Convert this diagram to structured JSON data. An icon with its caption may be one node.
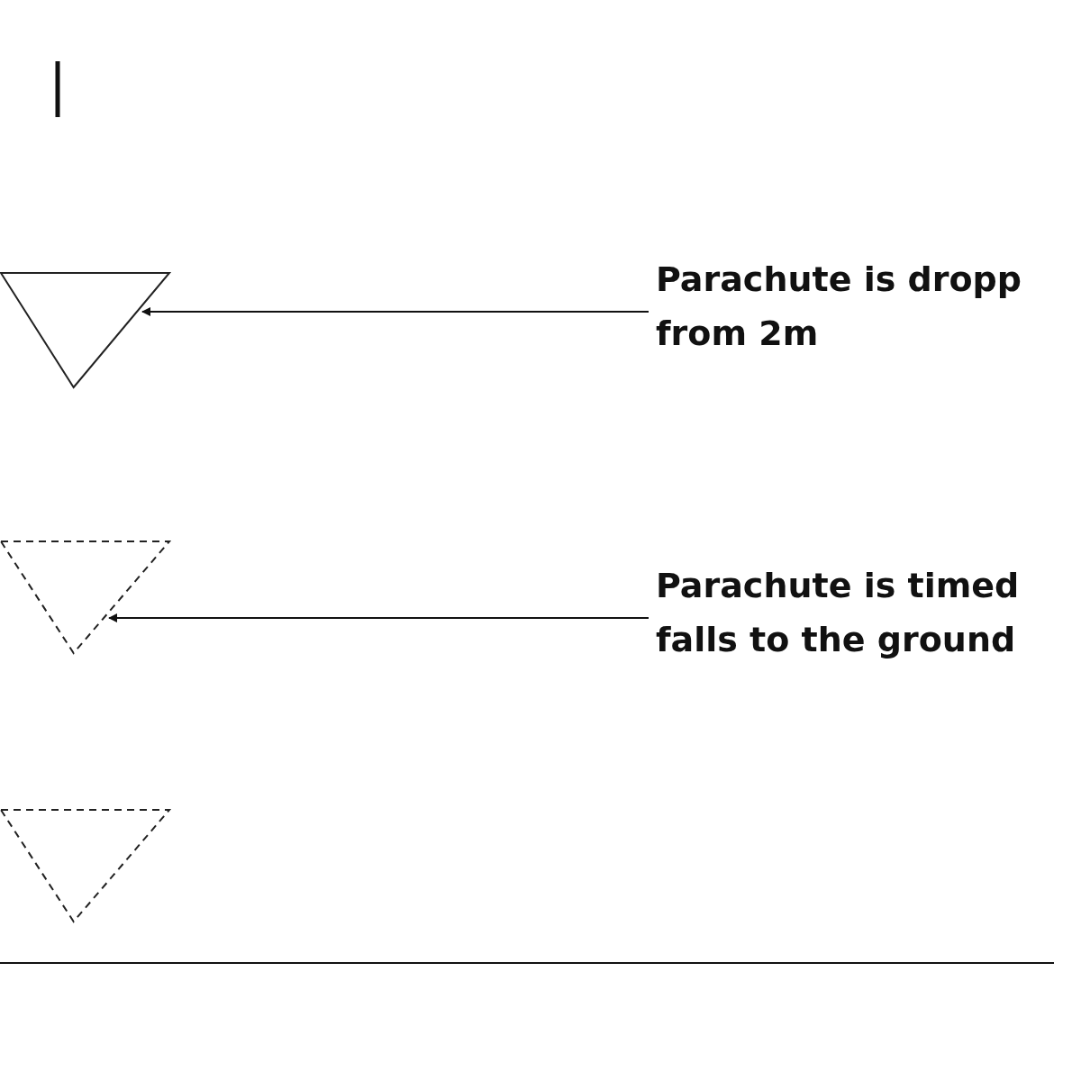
{
  "diagram": {
    "nodes": [
      {
        "text": [
          "Parachute is dropp from 2m"
        ]
      },
      {
        "text": [],
        "shape": "triangle"
      },
      {
        "text": [
          "Parachute is timed falls to the ground"
        ]
      },
      {
        "text": [],
        "shape": "triangle"
      },
      {
        "text": [],
        "shape": "triangle"
      }
    ],
    "edges": [
      {
        "from": 0,
        "to": 1,
        "arrow": "to"
      },
      {
        "from": 2,
        "to": 3,
        "arrow": "to"
      }
    ]
  }
}
